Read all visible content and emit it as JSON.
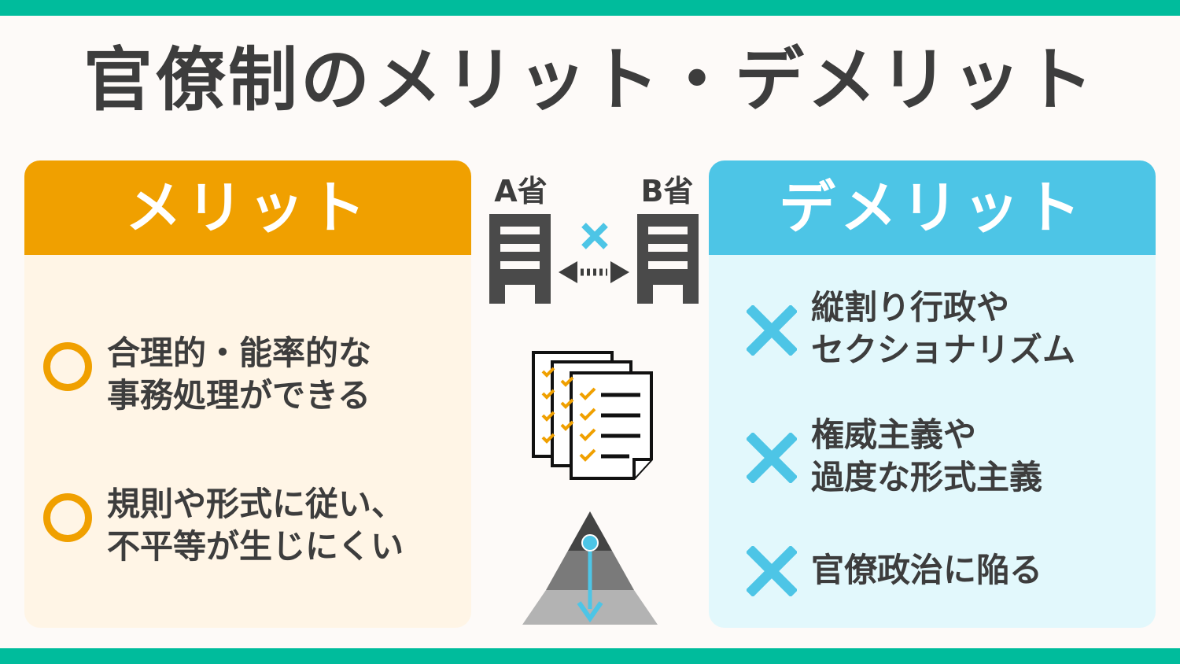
{
  "title": "官僚制のメリット・デメリット",
  "colors": {
    "accent_bar": "#00bc9c",
    "merit": "#f0a000",
    "merit_bg": "#fff5e6",
    "demerit": "#4dc5e6",
    "demerit_bg": "#e2f8fc",
    "text": "#3d3d3d"
  },
  "merit": {
    "heading": "メリット",
    "items": [
      {
        "line1": "合理的・能率的な",
        "line2": "事務処理ができる"
      },
      {
        "line1": "規則や形式に従い、",
        "line2": "不平等が生じにくい"
      }
    ]
  },
  "demerit": {
    "heading": "デメリット",
    "items": [
      {
        "line1": "縦割り行政や",
        "line2": "セクショナリズム"
      },
      {
        "line1": "権威主義や",
        "line2": "過度な形式主義"
      },
      {
        "line1": "官僚政治に陥る"
      }
    ]
  },
  "center": {
    "ministry_a": "A省",
    "ministry_b": "B省",
    "icons": [
      "building-icon",
      "cross-icon",
      "double-arrow-icon",
      "checklist-documents-icon",
      "hierarchy-pyramid-icon",
      "down-arrow-icon"
    ]
  }
}
